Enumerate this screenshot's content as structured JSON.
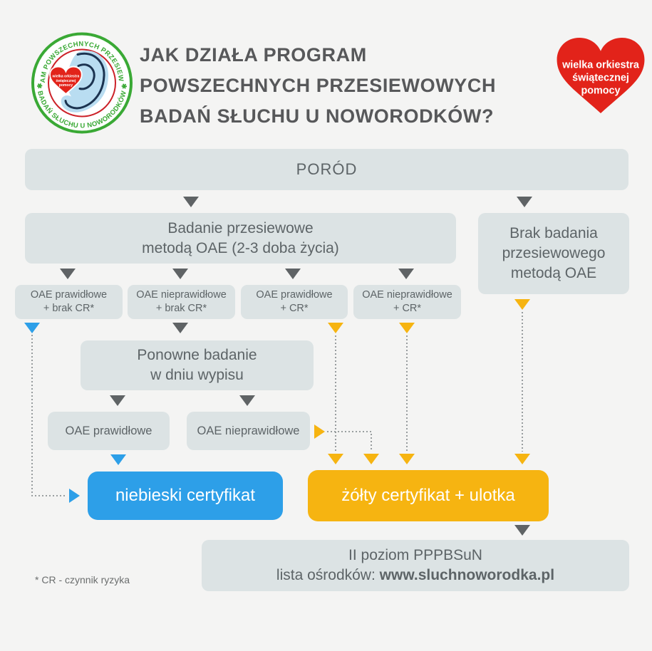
{
  "header": {
    "title_lines": [
      "JAK DZIAŁA PROGRAM",
      "POWSZECHNYCH PRZESIEWOWYCH",
      "BADAŃ SŁUCHU U NOWORODKÓW?"
    ],
    "logo_left": {
      "ring_top": "PROGRAM POWSZECHNYCH PRZESIEWOWYCH",
      "ring_bottom": "✱ BADAŃ SŁUCHU U NOWORODKÓW ✱",
      "heart_lines": [
        "wielka orkiestra",
        "świątecznej",
        "pomocy"
      ]
    },
    "logo_right": {
      "heart_lines": [
        "wielka orkiestra",
        "świątecznej",
        "pomocy"
      ]
    }
  },
  "flow": {
    "porod": "PORÓD",
    "badanie": [
      "Badanie przesiewowe",
      "metodą OAE (2-3 doba życia)"
    ],
    "brak": [
      "Brak badania",
      "przesiewowego",
      "metodą OAE"
    ],
    "b1": [
      "OAE prawidłowe",
      "+ brak CR*"
    ],
    "b2": [
      "OAE nieprawidłowe",
      "+ brak CR*"
    ],
    "b3": [
      "OAE prawidłowe",
      "+ CR*"
    ],
    "b4": [
      "OAE nieprawidłowe",
      "+ CR*"
    ],
    "ponowne": [
      "Ponowne badanie",
      "w dniu wypisu"
    ],
    "oae_ok": "OAE prawidłowe",
    "oae_bad": "OAE nieprawidłowe",
    "cert_blue": "niebieski certyfikat",
    "cert_yellow": "żółty certyfikat + ulotka",
    "level2_line1": "II poziom PPPBSuN",
    "level2_prefix": "lista ośrodków: ",
    "level2_url": "www.sluchnoworodka.pl"
  },
  "footnote": "* CR - czynnik ryzyka",
  "colors": {
    "background": "#f4f4f3",
    "box": "#dce3e4",
    "box_text": "#5d6467",
    "title": "#57585a",
    "arrow_gray": "#5f6365",
    "blue": "#2d9fe8",
    "yellow": "#f6b411",
    "dotted": "#8d9394",
    "logo_green": "#3aa935",
    "logo_red": "#e2231a",
    "ear_blue": "#b9ddf1",
    "ear_outline": "#1b3350"
  }
}
